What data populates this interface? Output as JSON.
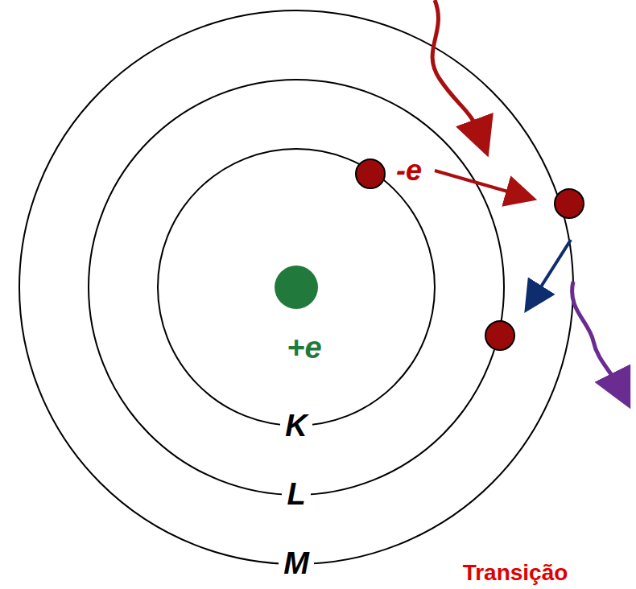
{
  "diagram": {
    "labels": [
      "-e",
      "+e",
      "K",
      "L",
      "M",
      "Transição"
    ]
  }
}
